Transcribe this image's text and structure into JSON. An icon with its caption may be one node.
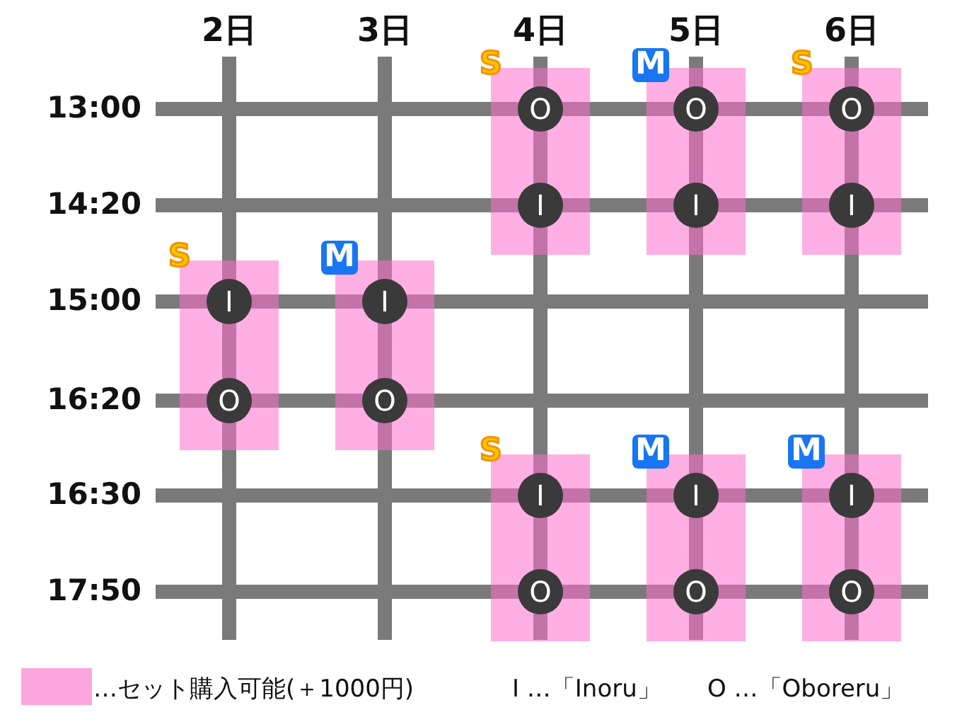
{
  "diagram": {
    "nodes": [
      {
        "text": [],
        "shape": "bar",
        "beside": [
          "S"
        ]
      },
      {
        "text": [
          "O"
        ],
        "in": 0
      },
      {
        "text": [
          "I"
        ],
        "in": 0
      },
      {
        "text": [],
        "shape": "bar",
        "beside": [
          "M"
        ]
      },
      {
        "text": [
          "O"
        ],
        "in": 3
      },
      {
        "text": [
          "I"
        ],
        "in": 3
      },
      {
        "text": [],
        "shape": "bar",
        "beside": [
          "S"
        ]
      },
      {
        "text": [
          "O"
        ],
        "in": 6
      },
      {
        "text": [
          "I"
        ],
        "in": 6
      },
      {
        "text": [],
        "shape": "bar",
        "beside": [
          "S"
        ]
      },
      {
        "text": [
          "I"
        ],
        "in": 9
      },
      {
        "text": [
          "O"
        ],
        "in": 9
      },
      {
        "text": [],
        "shape": "bar",
        "beside": [
          "M"
        ]
      },
      {
        "text": [
          "I"
        ],
        "in": 12
      },
      {
        "text": [
          "O"
        ],
        "in": 12
      },
      {
        "text": [],
        "shape": "bar",
        "beside": [
          "S"
        ]
      },
      {
        "text": [
          "I"
        ],
        "in": 15
      },
      {
        "text": [
          "O"
        ],
        "in": 15
      },
      {
        "text": [],
        "shape": "bar",
        "beside": [
          "M"
        ]
      },
      {
        "text": [
          "I"
        ],
        "in": 18
      },
      {
        "text": [
          "O"
        ],
        "in": 18
      },
      {
        "text": [],
        "shape": "bar",
        "beside": [
          "M"
        ]
      },
      {
        "text": [
          "I"
        ],
        "in": 21
      },
      {
        "text": [
          "O"
        ],
        "in": 21
      }
    ],
    "edges": [],
    "labels": [
      "2日",
      "3日",
      "4日",
      "5日",
      "6日",
      "13:00",
      "14:20",
      "15:00",
      "16:20",
      "16:30",
      "17:50",
      "I …「Inoru」",
      "O …「Oboreru」"
    ],
    "legend": [
      {
        "text": "…セット購入可能(＋1000円)",
        "color": "#fca6df"
      }
    ]
  }
}
